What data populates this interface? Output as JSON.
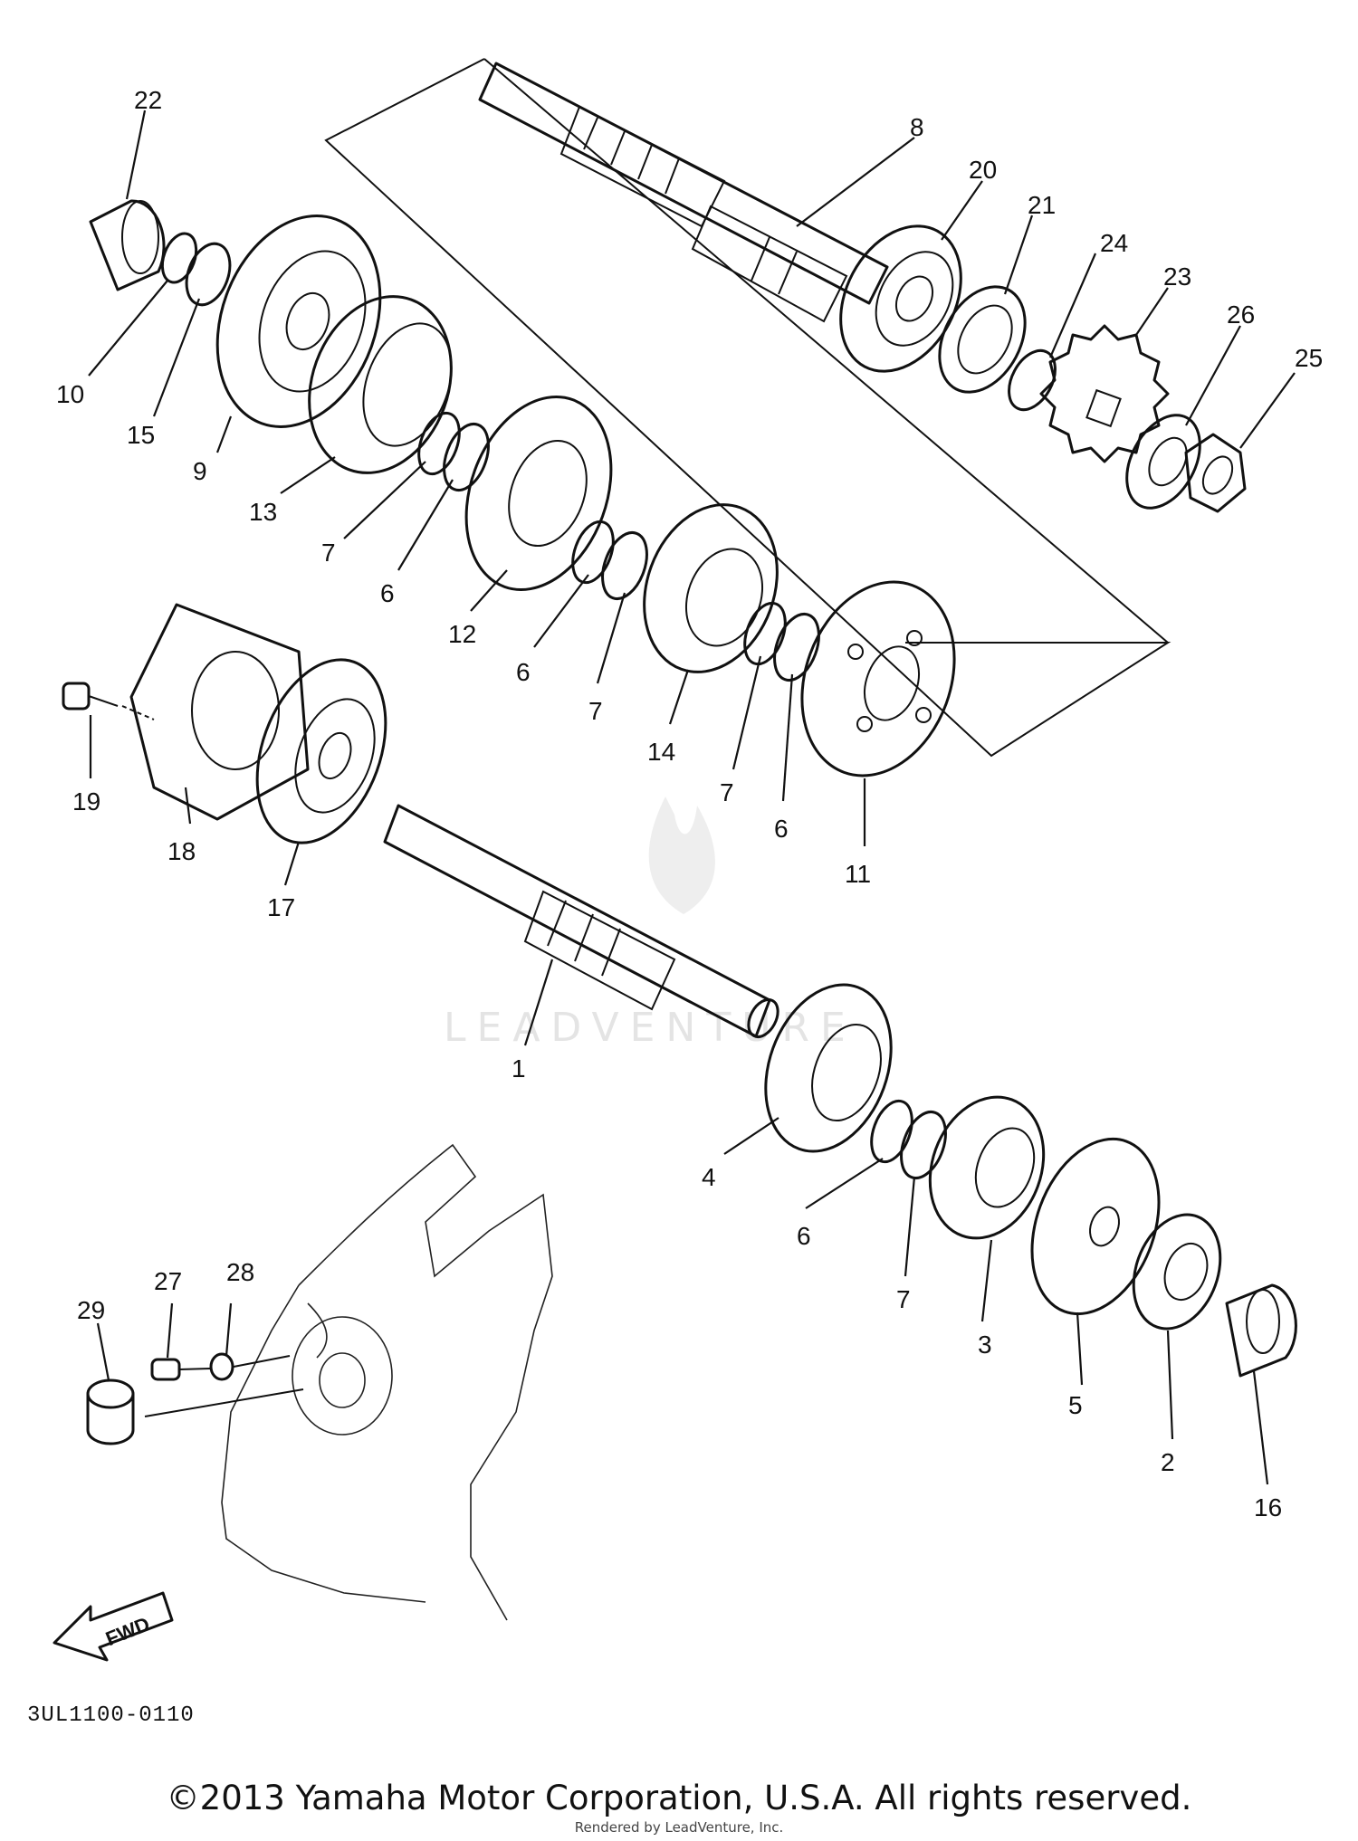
{
  "callouts": [
    {
      "id": "22",
      "label": "22"
    },
    {
      "id": "8",
      "label": "8"
    },
    {
      "id": "20",
      "label": "20"
    },
    {
      "id": "21",
      "label": "21"
    },
    {
      "id": "24",
      "label": "24"
    },
    {
      "id": "23",
      "label": "23"
    },
    {
      "id": "26",
      "label": "26"
    },
    {
      "id": "25",
      "label": "25"
    },
    {
      "id": "10",
      "label": "10"
    },
    {
      "id": "15",
      "label": "15"
    },
    {
      "id": "9",
      "label": "9"
    },
    {
      "id": "13",
      "label": "13"
    },
    {
      "id": "7a",
      "label": "7"
    },
    {
      "id": "6a",
      "label": "6"
    },
    {
      "id": "12",
      "label": "12"
    },
    {
      "id": "6b",
      "label": "6"
    },
    {
      "id": "7b",
      "label": "7"
    },
    {
      "id": "14",
      "label": "14"
    },
    {
      "id": "7c",
      "label": "7"
    },
    {
      "id": "6c",
      "label": "6"
    },
    {
      "id": "11",
      "label": "11"
    },
    {
      "id": "19",
      "label": "19"
    },
    {
      "id": "18",
      "label": "18"
    },
    {
      "id": "17",
      "label": "17"
    },
    {
      "id": "1",
      "label": "1"
    },
    {
      "id": "4",
      "label": "4"
    },
    {
      "id": "6d",
      "label": "6"
    },
    {
      "id": "7d",
      "label": "7"
    },
    {
      "id": "3",
      "label": "3"
    },
    {
      "id": "5",
      "label": "5"
    },
    {
      "id": "2",
      "label": "2"
    },
    {
      "id": "16",
      "label": "16"
    },
    {
      "id": "29",
      "label": "29"
    },
    {
      "id": "27",
      "label": "27"
    },
    {
      "id": "28",
      "label": "28"
    }
  ],
  "fwd_label": "FWD",
  "diagram_code": "3UL1100-0110",
  "copyright": "©2013 Yamaha Motor Corporation, U.S.A. All rights reserved.",
  "rendered_by": "Rendered by LeadVenture, Inc.",
  "watermark": "LEADVENTURE"
}
